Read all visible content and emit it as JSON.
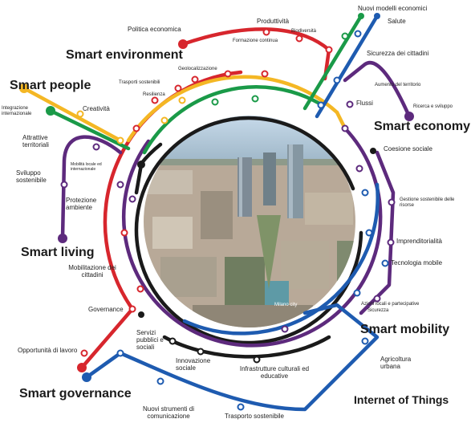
{
  "colors": {
    "red": "#d7262d",
    "green": "#1a9a48",
    "blue": "#1e5bb0",
    "yellow": "#f4b724",
    "purple": "#5d2a7d",
    "black": "#1a1a1a",
    "sky": "#bcd3e6",
    "ground": "#a39a88"
  },
  "headings": {
    "smart_environment": "Smart environment",
    "smart_people": "Smart people",
    "smart_economy": "Smart economy",
    "smart_living": "Smart living",
    "smart_mobility": "Smart mobility",
    "smart_governance": "Smart governance",
    "internet_of_things": "Internet of Things"
  },
  "labels": {
    "politica_economica": "Politica economica",
    "produttivita": "Produttività",
    "biodiversita": "Biodiversità",
    "formazione_continua": "Formazione continua",
    "geolocalizzazione": "Geolocalizzazione",
    "trasporti_sostenibili": "Trasporti sostenibili",
    "resilienza": "Resilienza",
    "creativita": "Creatività",
    "integrazione_internazionale": "Integrazione internazionale",
    "attrattive_territoriali": "Attrattive territoriali",
    "mobilita_locale": "Mobilità locale ed internazionale",
    "sviluppo_sostenibile": "Sviluppo sostenibile",
    "protezione_ambiente": "Protezione ambiente",
    "mobilitazione_cittadini": "Mobilitazione dei cittadini",
    "governance": "Governance",
    "opportunita_lavoro": "Opportunità di lavoro",
    "servizi_pubblici": "Servizi pubblici e sociali",
    "innovazione_sociale": "Innovazione sociale",
    "infrastrutture_culturali": "Infrastrutture culturali ed educative",
    "nuovi_strumenti": "Nuovi strumenti di comunicazione",
    "trasporto_sostenibile": "Trasporto sostenibile",
    "agricoltura_urbana": "Agricoltura urbana",
    "azioni_locali": "Azioni locali e partecipative",
    "sicurezza": "Sicurezza",
    "tecnologia_mobile": "Tecnologia mobile",
    "imprenditorialita": "Imprenditorialità",
    "gestione_risorse": "Gestione sostenibile delle risorse",
    "coesione_sociale": "Coesione sociale",
    "flussi": "Flussi",
    "ricerca_sviluppo": "Ricerca e sviluppo",
    "aumento_territorio": "Aumento del territorio",
    "sicurezza_cittadini": "Sicurezza dei cittadini",
    "salute": "Salute",
    "nuovi_modelli": "Nuovi modelli economici",
    "milano_city": "Milano city"
  }
}
